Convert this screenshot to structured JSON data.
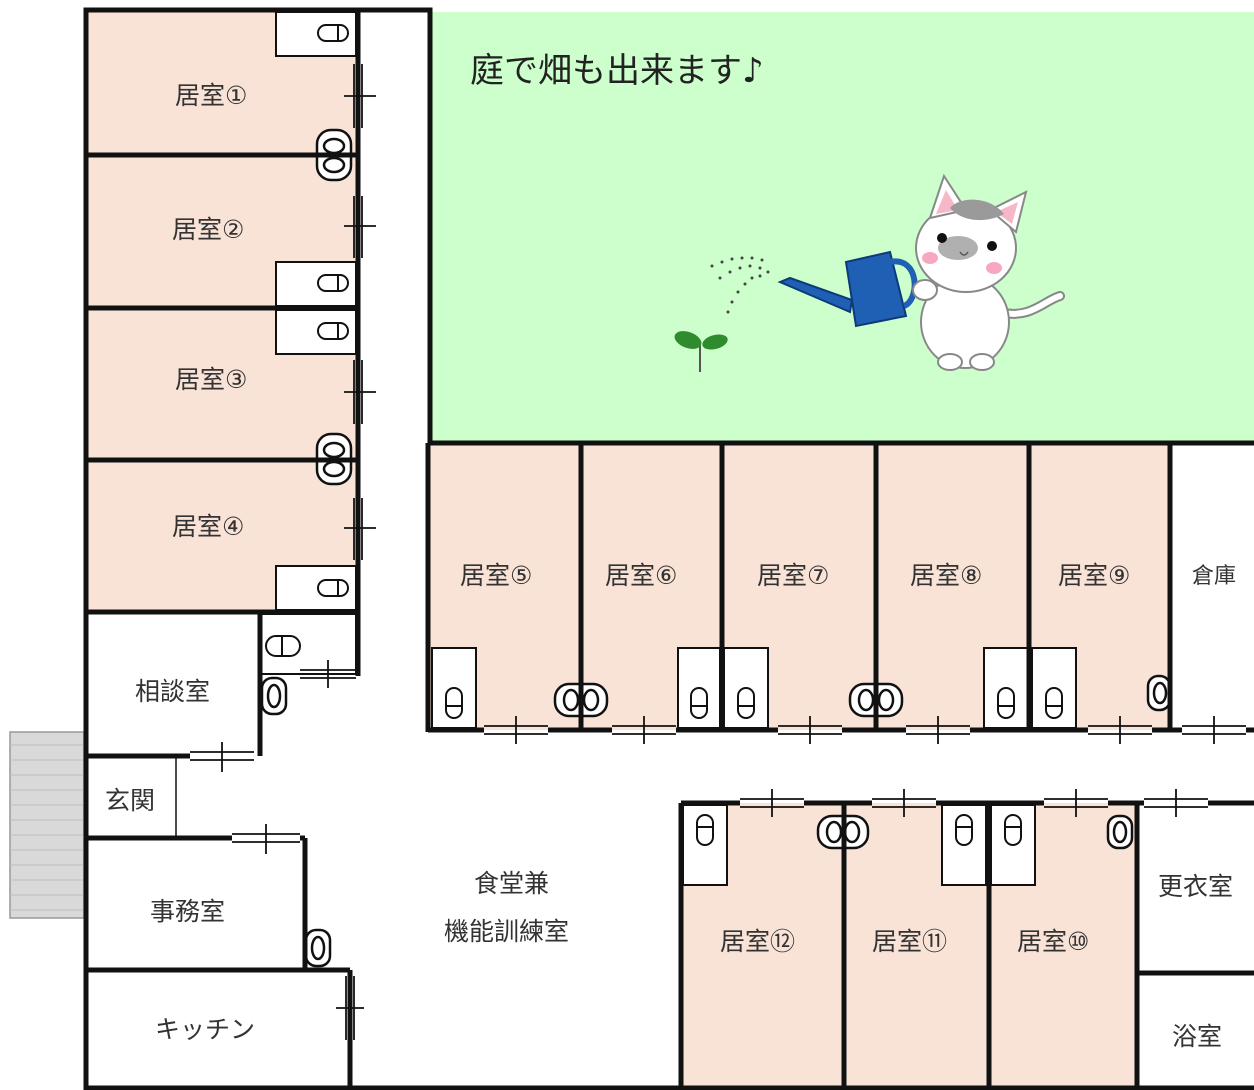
{
  "colors": {
    "garden": "#ccffcc",
    "room": "#f9e3d7",
    "wall": "#111111",
    "entrance_pad": "#d9d9d9",
    "can": "#1f5fb4",
    "sprout": "#2e8b2e"
  },
  "garden": {
    "caption": "庭で畑も出来ます♪"
  },
  "rooms": {
    "r1": "居室①",
    "r2": "居室②",
    "r3": "居室③",
    "r4": "居室④",
    "r5": "居室⑤",
    "r6": "居室⑥",
    "r7": "居室⑦",
    "r8": "居室⑧",
    "r9": "居室⑨",
    "r10": "居室⑩",
    "r11": "居室⑪",
    "r12": "居室⑫"
  },
  "facilities": {
    "consult": "相談室",
    "entrance": "玄関",
    "office": "事務室",
    "kitchen": "キッチン",
    "dining_line1": "食堂兼",
    "dining_line2": "機能訓練室",
    "storage": "倉庫",
    "changing": "更衣室",
    "bath": "浴室"
  },
  "icons": {
    "cat": "cat-illustration",
    "can": "watering-can-icon",
    "sprout": "sprout-icon",
    "toilet": "toilet-icon",
    "sink": "sink-icon",
    "door": "sliding-door-icon"
  }
}
